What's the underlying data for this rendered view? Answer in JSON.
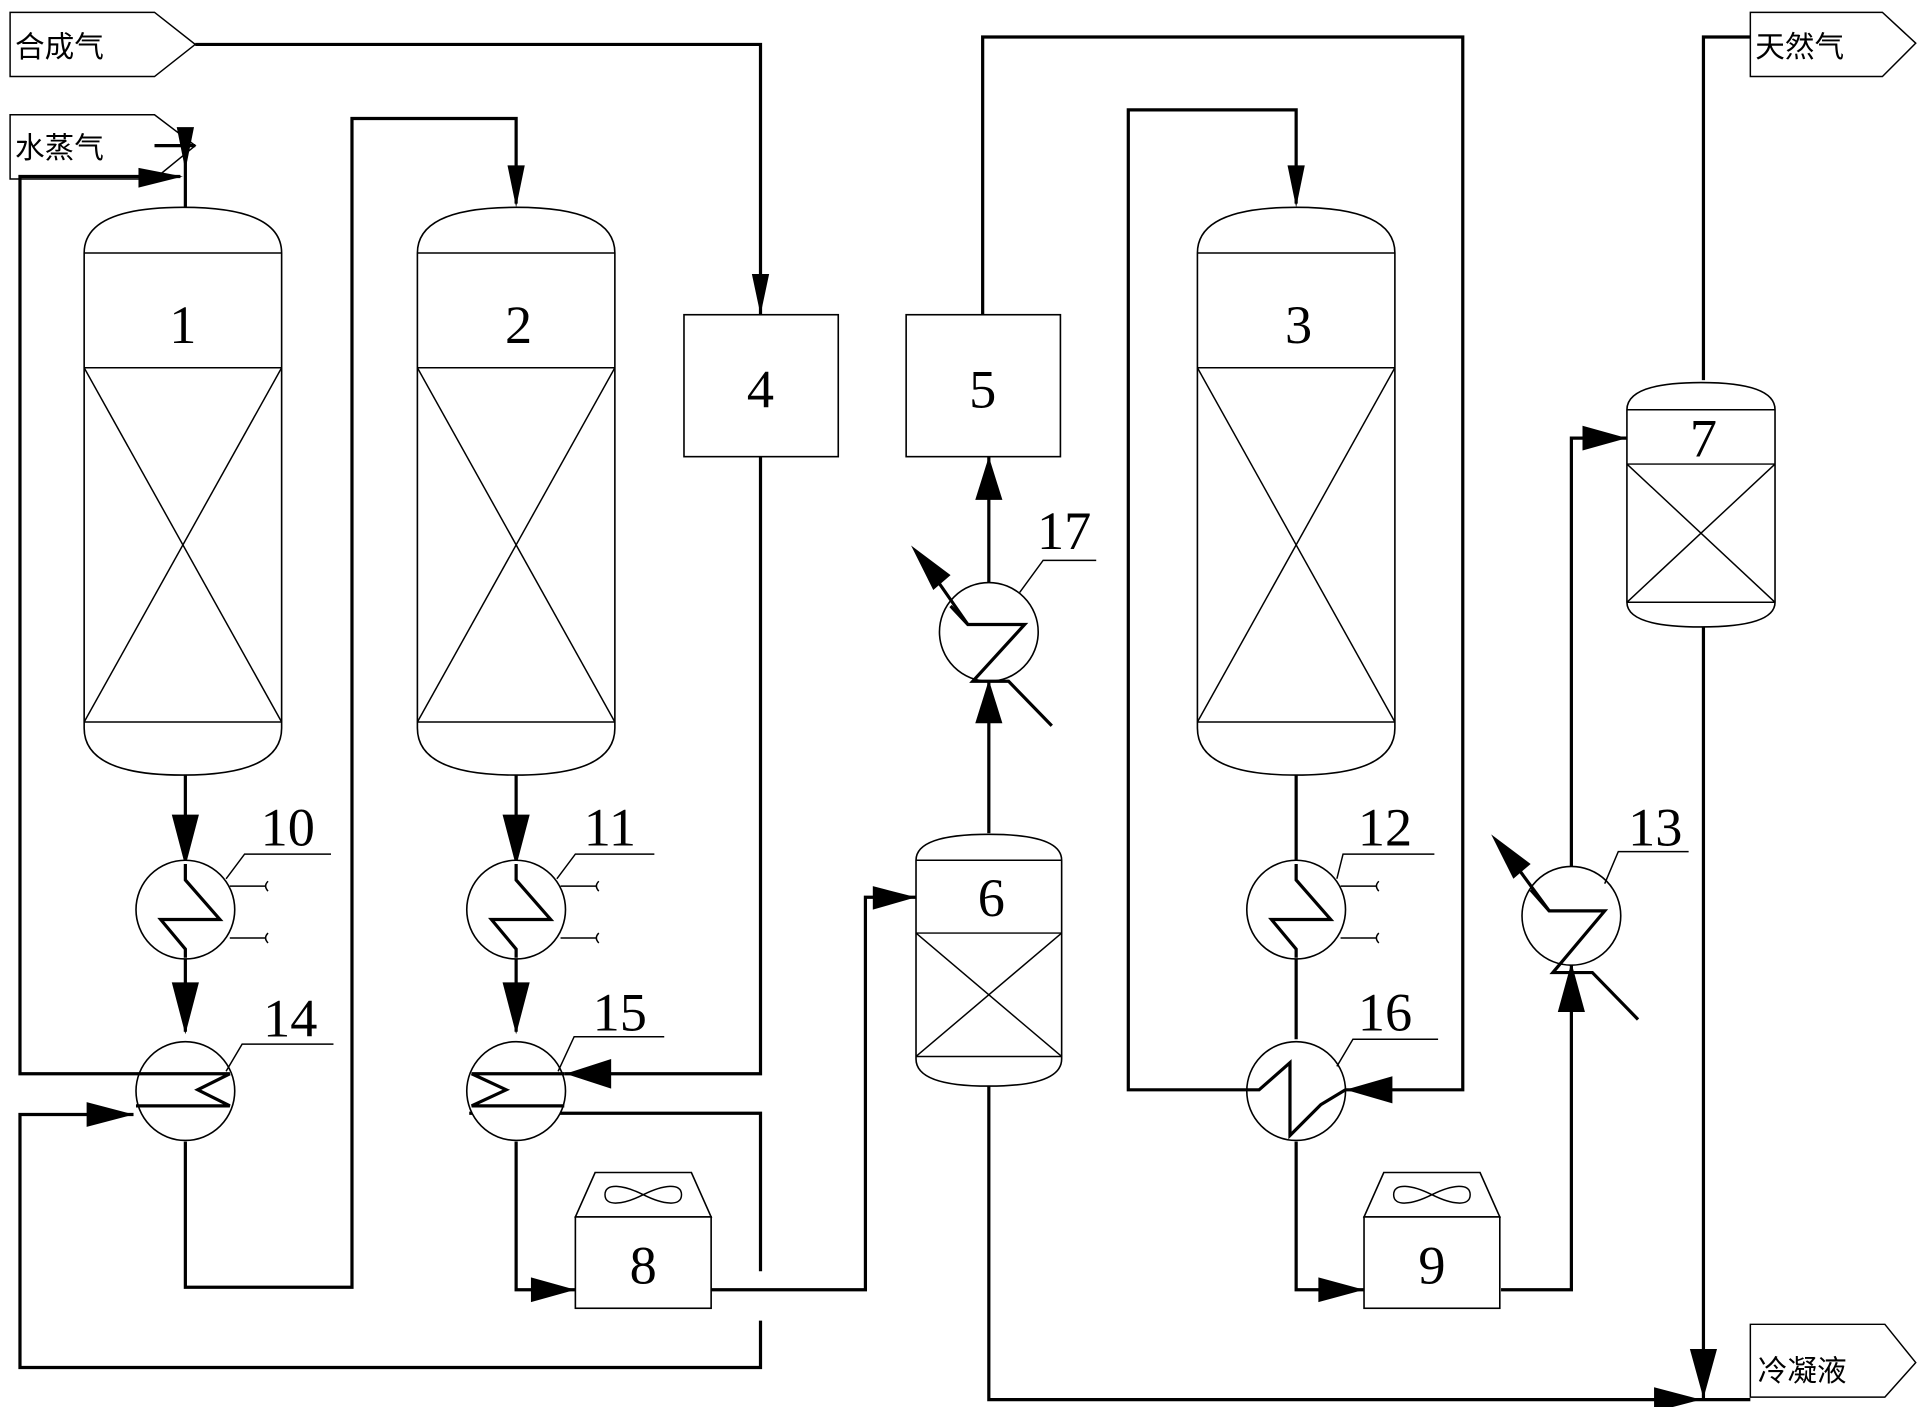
{
  "diagram": {
    "type": "process-flow-diagram",
    "streams": {
      "syngas_in": "合成气",
      "steam_in": "水蒸气",
      "natural_gas_out": "天然气",
      "condensate_out": "冷凝液"
    },
    "equipment": {
      "reactor_1": "1",
      "reactor_2": "2",
      "reactor_3": "3",
      "unit_4": "4",
      "unit_5": "5",
      "separator_6": "6",
      "separator_7": "7",
      "air_cooler_8": "8",
      "air_cooler_9": "9",
      "waste_heat_boiler_10": "10",
      "waste_heat_boiler_11": "11",
      "waste_heat_boiler_12": "12",
      "cooler_13": "13",
      "heat_exchanger_14": "14",
      "heat_exchanger_15": "15",
      "heat_exchanger_16": "16",
      "cooler_17": "17"
    }
  }
}
